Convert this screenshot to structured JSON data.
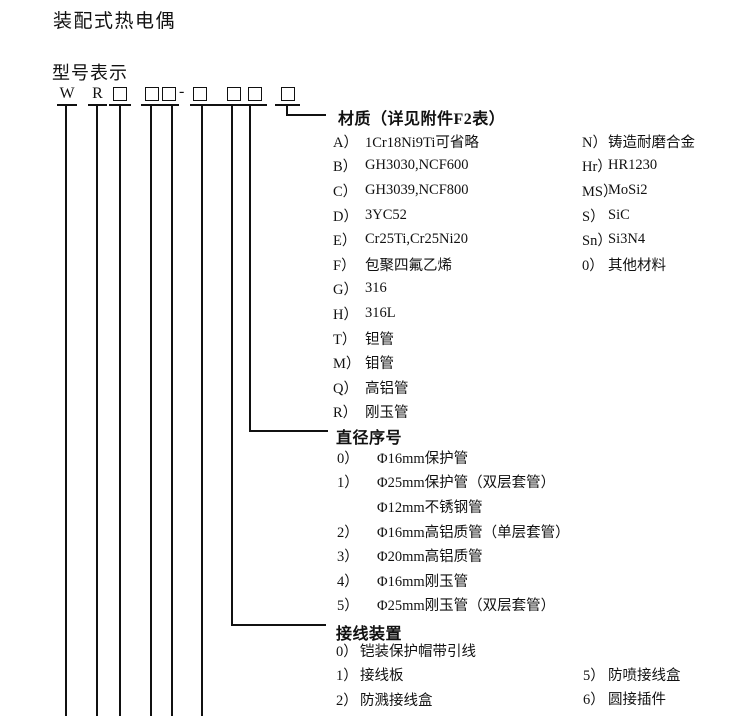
{
  "page": {
    "title": "装配式热电偶",
    "model_label": "型号表示"
  },
  "model_code": {
    "letter_w": "W",
    "letter_r": "R",
    "hyphen": "-"
  },
  "sections": {
    "material": {
      "title": "材质（详见附件F2表）",
      "left_items": [
        {
          "code": "A）",
          "desc": "1Cr18Ni9Ti可省略"
        },
        {
          "code": "B）",
          "desc": "GH3030,NCF600"
        },
        {
          "code": "C）",
          "desc": "GH3039,NCF800"
        },
        {
          "code": "D）",
          "desc": "3YC52"
        },
        {
          "code": "E）",
          "desc": "Cr25Ti,Cr25Ni20"
        },
        {
          "code": "F）",
          "desc": "包聚四氟乙烯"
        },
        {
          "code": "G）",
          "desc": "316"
        },
        {
          "code": "H）",
          "desc": "316L"
        },
        {
          "code": "T）",
          "desc": "钽管"
        },
        {
          "code": "M）",
          "desc": "钼管"
        },
        {
          "code": "Q）",
          "desc": "高铝管"
        },
        {
          "code": "R）",
          "desc": "刚玉管"
        }
      ],
      "right_items": [
        {
          "code": "N）",
          "desc": "铸造耐磨合金"
        },
        {
          "code": "Hr）",
          "desc": "HR1230"
        },
        {
          "code": "MS）",
          "desc": "MoSi2"
        },
        {
          "code": "S）",
          "desc": "SiC"
        },
        {
          "code": "Sn）",
          "desc": "Si3N4"
        },
        {
          "code": "0）",
          "desc": "其他材料"
        }
      ]
    },
    "diameter": {
      "title": "直径序号",
      "items": [
        {
          "code": "0）",
          "desc": "Φ16mm保护管"
        },
        {
          "code": "1）",
          "desc": "Φ25mm保护管（双层套管）"
        },
        {
          "code": "",
          "desc": "Φ12mm不锈钢管"
        },
        {
          "code": "2）",
          "desc": "Φ16mm高铝质管（单层套管）"
        },
        {
          "code": "3）",
          "desc": "Φ20mm高铝质管"
        },
        {
          "code": "4）",
          "desc": "Φ16mm刚玉管"
        },
        {
          "code": "5）",
          "desc": "Φ25mm刚玉管（双层套管）"
        }
      ]
    },
    "wiring": {
      "title": "接线装置",
      "left_items": [
        {
          "code": "0）",
          "desc": "铠装保护帽带引线"
        },
        {
          "code": "1）",
          "desc": "接线板"
        },
        {
          "code": "2）",
          "desc": "防溅接线盒"
        }
      ],
      "right_items": [
        {
          "code": "5）",
          "desc": "防喷接线盒"
        },
        {
          "code": "6）",
          "desc": "圆接插件"
        }
      ]
    }
  }
}
